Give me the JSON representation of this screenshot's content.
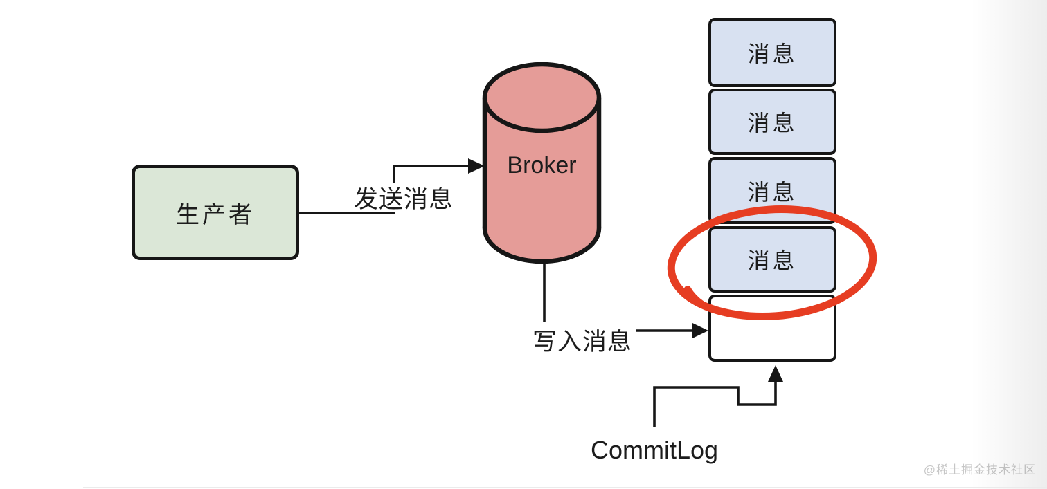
{
  "colors": {
    "text": "#1c1c1c",
    "line": "#161616",
    "producer-fill": "#dbe7d7",
    "broker-fill": "#e59c98",
    "slot-fill": "#d8e1f1",
    "highlight": "#e63d22",
    "watermark": "#c6c6c6"
  },
  "diagram": {
    "producer": {
      "label": "生产者"
    },
    "send_flow": {
      "label": "发送消息"
    },
    "broker": {
      "label": "Broker"
    },
    "write_flow": {
      "label": "写入消息"
    },
    "commitlog": {
      "label": "CommitLog"
    },
    "queue": {
      "slots": [
        {
          "label": "消息"
        },
        {
          "label": "消息"
        },
        {
          "label": "消息"
        },
        {
          "label": "消息",
          "highlighted": true
        },
        {
          "label": ""
        }
      ],
      "highlighted_slot_index": 3
    },
    "watermark": "@稀土掘金技术社区"
  }
}
